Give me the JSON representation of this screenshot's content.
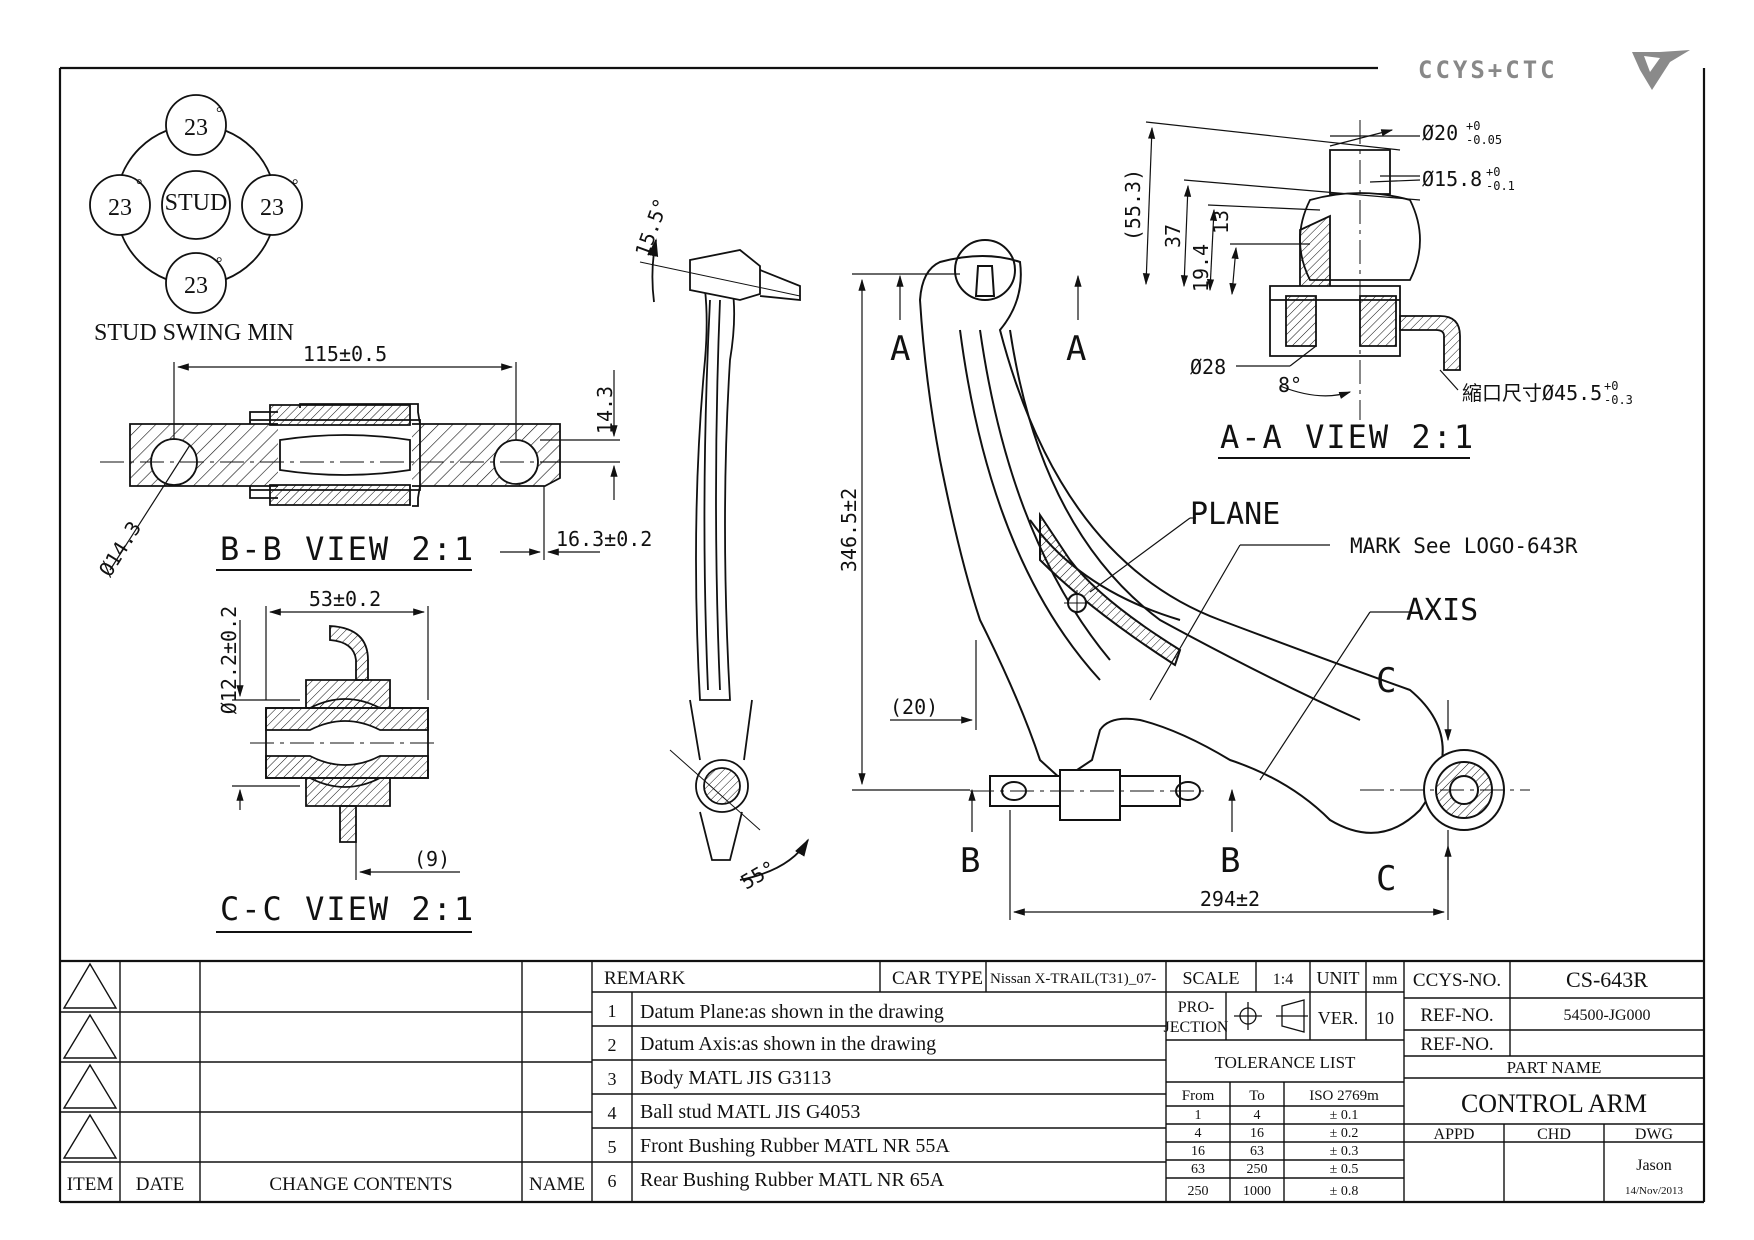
{
  "header": {
    "logo_text": "CCYS+CTC"
  },
  "stud_swing": {
    "center_label": "STUD",
    "angles": [
      "23",
      "23",
      "23",
      "23"
    ],
    "degree_mark": "°",
    "caption": "STUD SWING MIN"
  },
  "bb_view": {
    "title": "B-B VIEW 2:1",
    "dim_length": "115±0.5",
    "dim_height": "14.3",
    "dim_hole": "Ø14.3",
    "dim_offset": "16.3±0.2"
  },
  "cc_view": {
    "title": "C-C VIEW 2:1",
    "dim_width": "53±0.2",
    "dim_dia": "Ø12.2±0.2",
    "dim_ref": "(9)"
  },
  "side_view": {
    "angle_top": "15.5°",
    "angle_bottom": "55°"
  },
  "main_view": {
    "section_a": "A",
    "section_b": "B",
    "section_c": "C",
    "dim_height": "346.5±2",
    "dim_ref": "(20)",
    "dim_width": "294±2",
    "label_plane": "PLANE",
    "label_mark": "MARK See LOGO-643R",
    "label_axis": "AXIS"
  },
  "aa_view": {
    "title": "A-A VIEW 2:1",
    "dim_top_dia": "Ø20",
    "dim_top_tol_up": "+0",
    "dim_top_tol_low": "-0.05",
    "dim_mid_dia": "Ø15.8",
    "dim_mid_tol_up": "+0",
    "dim_mid_tol_low": "-0.1",
    "dim_h1": "(55.3)",
    "dim_h2": "37",
    "dim_h3": "19.4",
    "dim_h4": "13",
    "dim_base": "Ø28",
    "dim_angle": "8°",
    "dim_neck": "縮口尺寸Ø45.5",
    "dim_neck_tol_up": "+0",
    "dim_neck_tol_low": "-0.3"
  },
  "revision_table": {
    "headers": {
      "item": "ITEM",
      "date": "DATE",
      "change": "CHANGE CONTENTS",
      "name": "NAME"
    }
  },
  "remarks": {
    "title": "REMARK",
    "car_type_label": "CAR TYPE",
    "car_type_value": "Nissan X-TRAIL(T31)_07-",
    "items": [
      {
        "no": "1",
        "text": "Datum Plane:as shown in the drawing"
      },
      {
        "no": "2",
        "text": "Datum Axis:as shown in the drawing"
      },
      {
        "no": "3",
        "text": "Body MATL JIS G3113"
      },
      {
        "no": "4",
        "text": "Ball stud MATL JIS G4053"
      },
      {
        "no": "5",
        "text": "Front Bushing Rubber MATL NR 55A"
      },
      {
        "no": "6",
        "text": "Rear Bushing Rubber MATL NR 65A"
      }
    ]
  },
  "title_block": {
    "scale_label": "SCALE",
    "scale_value": "1:4",
    "unit_label": "UNIT",
    "unit_value": "mm",
    "projection_label_1": "PRO-",
    "projection_label_2": "JECTION",
    "ver_label": "VER.",
    "ver_value": "10",
    "ccys_label": "CCYS-NO.",
    "ccys_value": "CS-643R",
    "ref_label": "REF-NO.",
    "ref_value": "54500-JG000",
    "ref2_label": "REF-NO.",
    "ref2_value": "",
    "part_name_label": "PART NAME",
    "part_name_value": "CONTROL ARM",
    "appd_label": "APPD",
    "chd_label": "CHD",
    "dwg_label": "DWG",
    "dwg_name": "Jason",
    "dwg_date": "14/Nov/2013"
  },
  "tolerance": {
    "title": "TOLERANCE LIST",
    "col_from": "From",
    "col_to": "To",
    "col_iso": "ISO 2769m",
    "rows": [
      {
        "from": "1",
        "to": "4",
        "tol": "± 0.1"
      },
      {
        "from": "4",
        "to": "16",
        "tol": "± 0.2"
      },
      {
        "from": "16",
        "to": "63",
        "tol": "± 0.3"
      },
      {
        "from": "63",
        "to": "250",
        "tol": "± 0.5"
      },
      {
        "from": "250",
        "to": "1000",
        "tol": "± 0.8"
      }
    ]
  }
}
